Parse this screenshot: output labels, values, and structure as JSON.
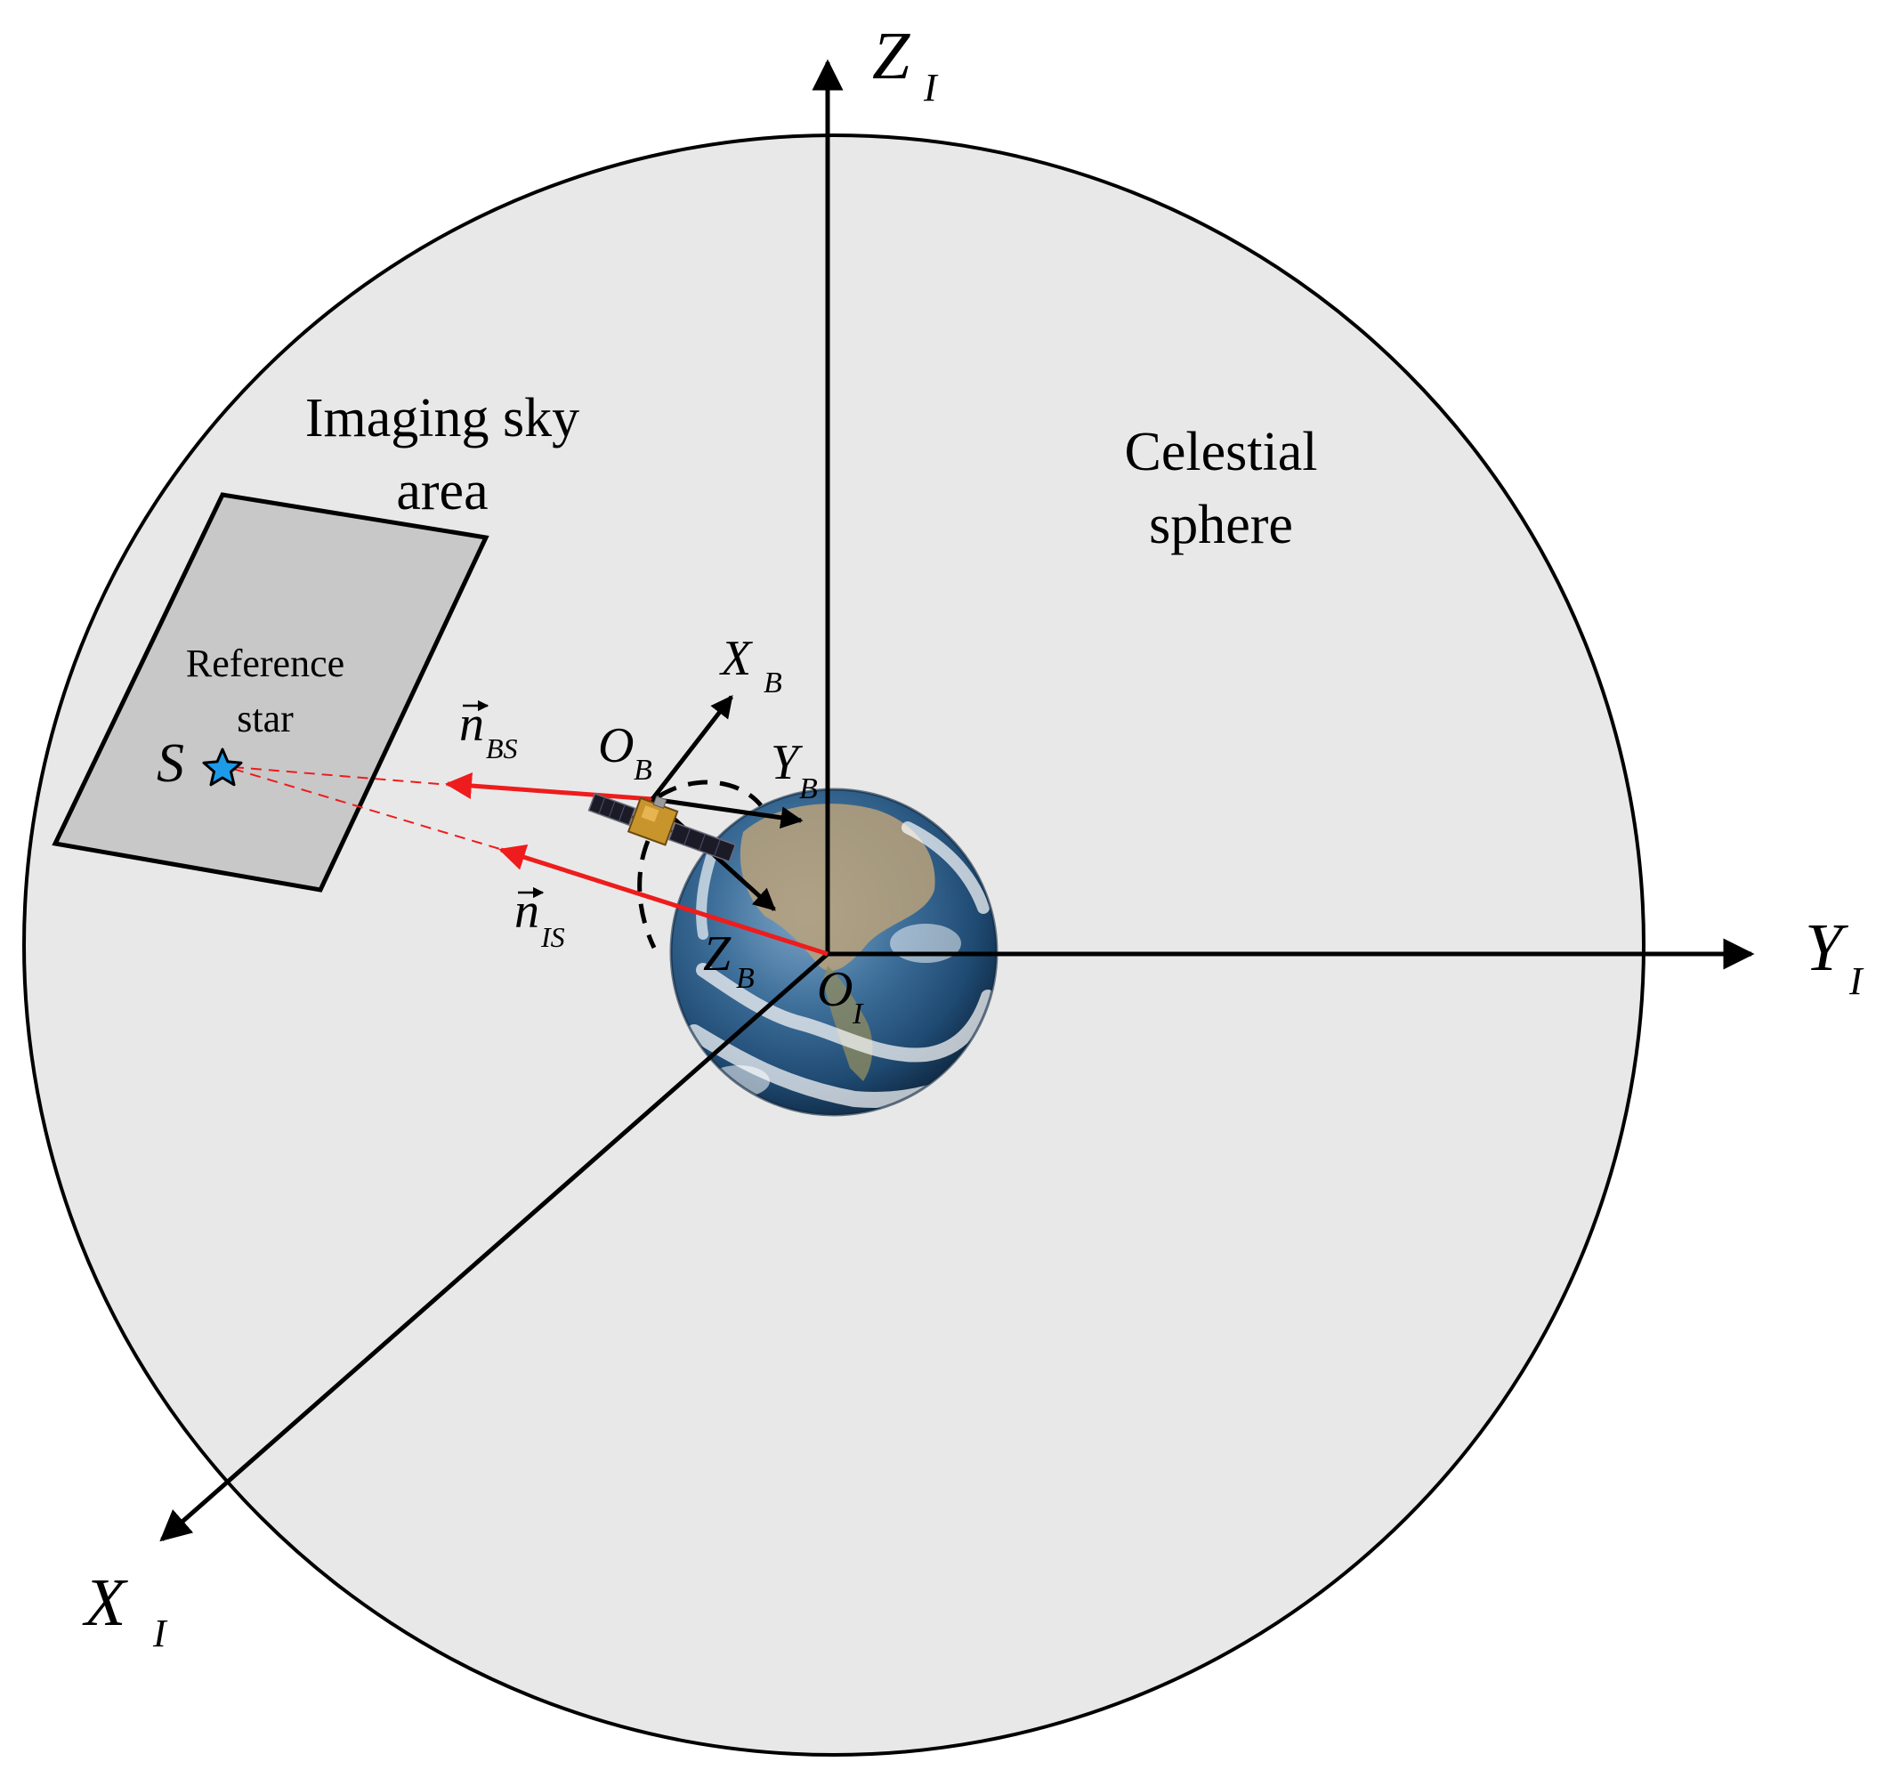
{
  "labels": {
    "z_axis": "Z",
    "z_axis_sub": "I",
    "y_axis": "Y",
    "y_axis_sub": "I",
    "x_axis": "X",
    "x_axis_sub": "I",
    "origin": "O",
    "origin_sub": "I",
    "body_origin": "O",
    "body_origin_sub": "B",
    "xb": "X",
    "xb_sub": "B",
    "yb": "Y",
    "yb_sub": "B",
    "zb": "Z",
    "zb_sub": "B",
    "n_bs": "n",
    "n_bs_sub": "BS",
    "n_is": "n",
    "n_is_sub": "IS",
    "star": "S",
    "imaging_area_line1": "Imaging sky",
    "imaging_area_line2": "area",
    "reference_star_line1": "Reference",
    "reference_star_line2": "star",
    "celestial_line1": "Celestial",
    "celestial_line2": "sphere"
  },
  "icons": {
    "star": "star-icon",
    "earth": "earth-icon",
    "satellite": "satellite-icon"
  },
  "colors": {
    "sphere_fill": "#e8e8e8",
    "area_fill": "#c8c8c8",
    "vector_red": "#ee1c1c",
    "star_fill": "#1e9be8",
    "line": "#000000"
  }
}
